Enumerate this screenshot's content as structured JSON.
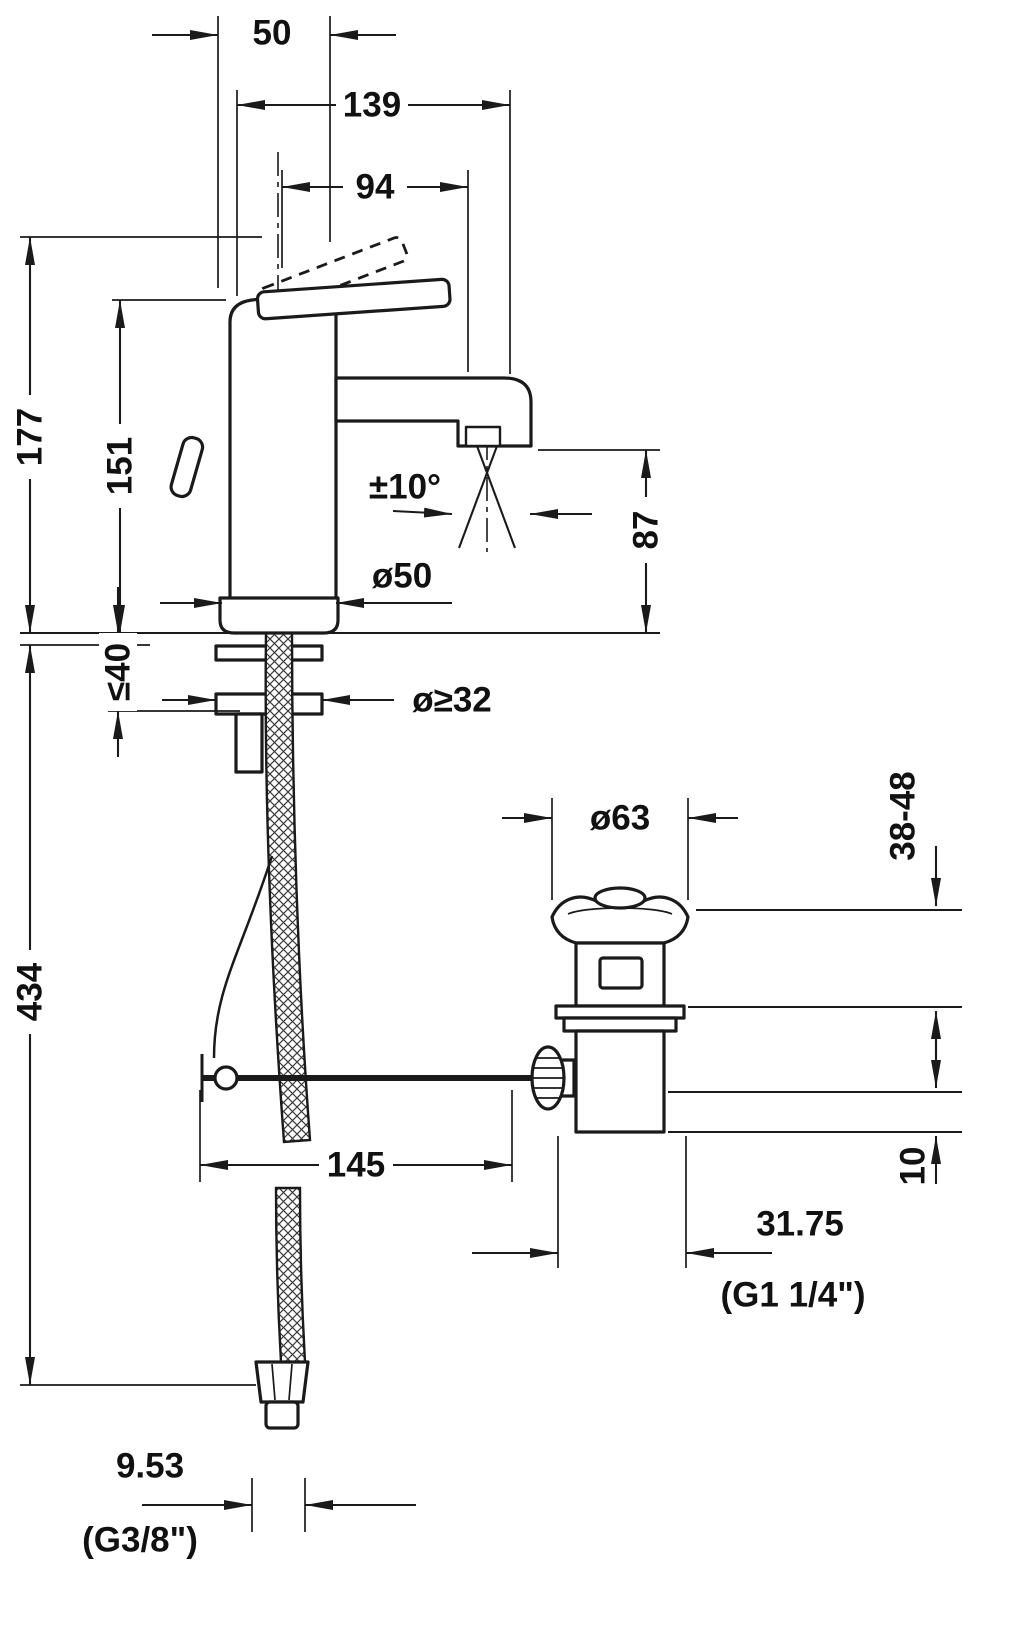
{
  "colors": {
    "line": "#1a1a1a",
    "background": "#ffffff"
  },
  "labels": {
    "d50": "50",
    "d139": "139",
    "d94": "94",
    "d177": "177",
    "d151": "151",
    "angle": "±10°",
    "d87": "87",
    "dia50": "ø50",
    "max40": "≤40",
    "dia32": "ø≥32",
    "d434": "434",
    "dia63": "ø63",
    "range3848": "38-48",
    "d145": "145",
    "d10": "10",
    "d3175": "31.75",
    "g114": "(G1 1/4\")",
    "d953": "9.53",
    "g38": "(G3/8\")"
  }
}
